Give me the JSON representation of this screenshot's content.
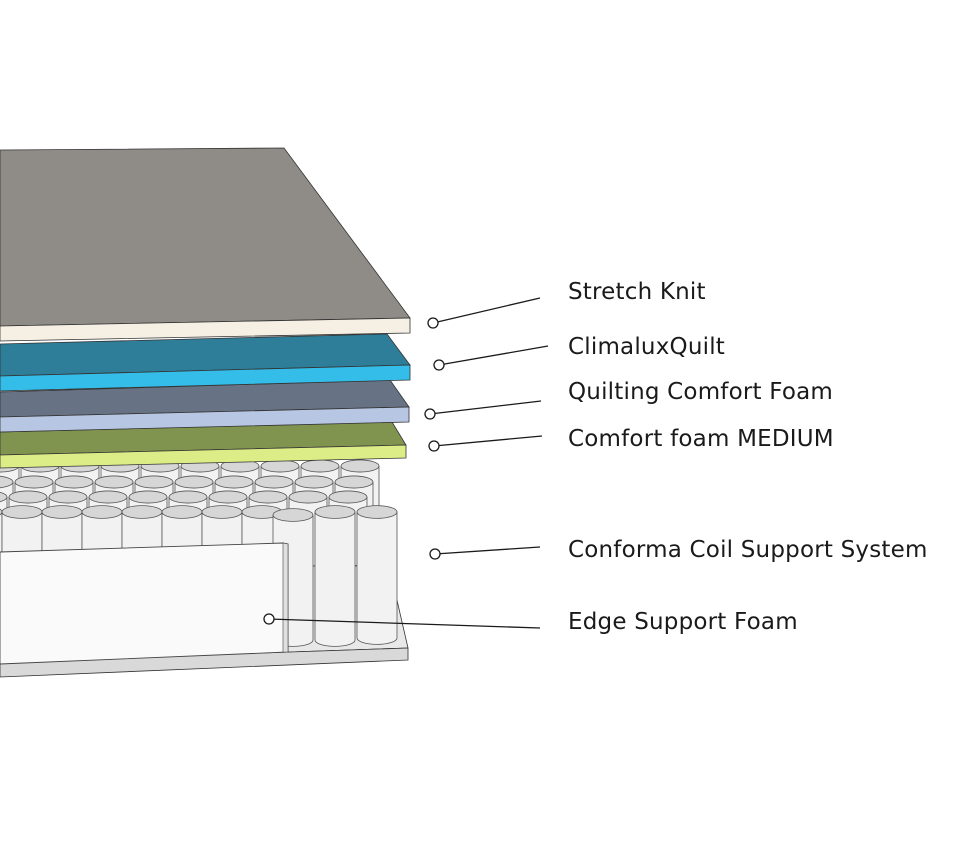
{
  "diagram": {
    "layers": [
      {
        "id": "stretch-knit",
        "label": "Stretch Knit"
      },
      {
        "id": "climaluxquilt",
        "label": "ClimaluxQuilt"
      },
      {
        "id": "quilting-comfort-foam",
        "label": "Quilting Comfort Foam"
      },
      {
        "id": "comfort-foam-medium",
        "label": "Comfort foam MEDIUM"
      },
      {
        "id": "conforma-coil-support-system",
        "label": "Conforma Coil Support System"
      },
      {
        "id": "edge-support-foam",
        "label": "Edge Support Foam"
      }
    ],
    "colors": {
      "knit_top": "#8f8c87",
      "knit_edge": "#f5efe4",
      "quilt_top": "#2e7d99",
      "quilt_edge": "#34bde8",
      "foam_top": "#677284",
      "foam_edge": "#b7c6e2",
      "medium_top": "#80944f",
      "medium_edge": "#dcec86",
      "coil": "#f2f2f2",
      "coil_shade": "#d6d6d6",
      "base": "#e4e4e4"
    }
  }
}
